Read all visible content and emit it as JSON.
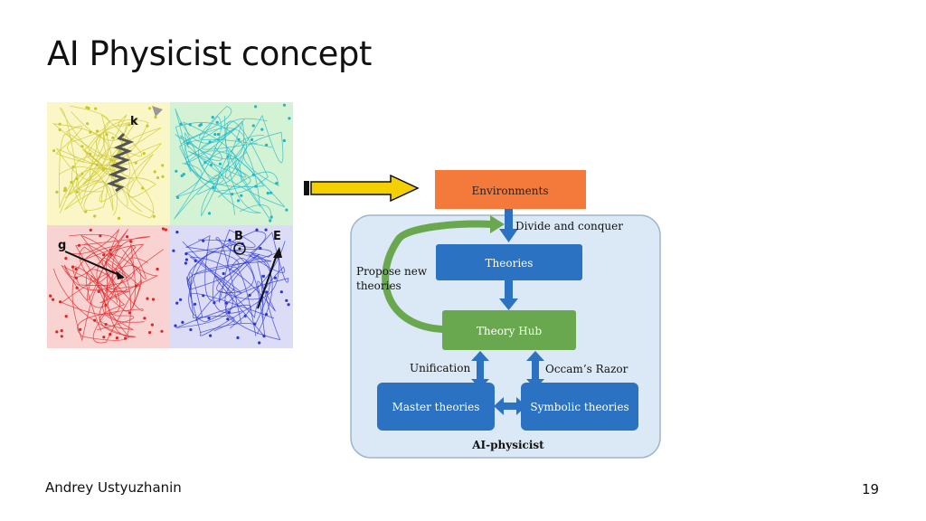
{
  "slide": {
    "title": "AI Physicist concept",
    "author": "Andrey Ustyuzhanin",
    "page_number": "19"
  },
  "simulation": {
    "labels": {
      "spring": "k",
      "gravity": "g",
      "magnetic": "B",
      "electric": "E"
    },
    "colors": {
      "yellow": "#c9c62a",
      "cyan": "#1fb8c8",
      "red": "#e02424",
      "blue": "#2a36d6"
    }
  },
  "diagram": {
    "environments": "Environments",
    "divide": "Divide and conquer",
    "theories": "Theories",
    "propose_line1": "Propose new",
    "propose_line2": "theories",
    "theory_hub": "Theory Hub",
    "unification": "Unification",
    "occams": "Occam’s Razor",
    "master": "Master theories",
    "symbolic": "Symbolic theories",
    "footer": "AI-physicist",
    "colors": {
      "environments": "#f37a3a",
      "blue_box": "#2b72c2",
      "hub": "#6aa84f",
      "panel": "#dbe8f5"
    }
  }
}
